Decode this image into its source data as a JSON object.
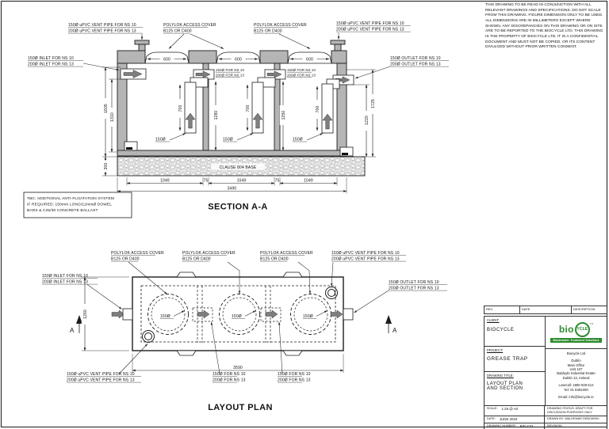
{
  "disclaimer": "THIS DRAWING TO BE READ IN CONJUNCTION WITH ALL RELEVANT DRAWINGS AND SPECIFICATIONS. DO NOT SCALE FROM THIS DRAWING. FIGURE DIMENSION ONLY TO BE USED. ALL DIMENSIONS ARE IN MILLIMETERS EXCEPT WHERE SHOWN. ANY DISCREPANCIES ON THIS DRAWING OR ON SITE ARE TO BE REPORTED TO THE BIOCYCLE LTD. THIS DRAWING IS THE PROPERTY OF BIOCYCLE LTD, IT IS A CONFIDENTIAL DOCUMENT AND MUST NOT BE COPIED, OR ITS CONTENT DIVULGED WITHOUT PRIOR WRITTEN CONSENT.",
  "labels": {
    "vent_pipe_ns10": "150Ø uPVC VENT PIPE FOR NS 10",
    "vent_pipe_ns13": "200Ø uPVC VENT PIPE FOR NS 13",
    "polylok_cover": "POLYLOK ACCESS COVER",
    "polylok_rating": "B125 OR D400",
    "inlet_ns10": "150Ø INLET FOR NS 10",
    "inlet_ns13": "200Ø INLET FOR NS 13",
    "outlet_ns10": "150Ø OUTLET FOR NS 10",
    "outlet_ns13": "200Ø OUTLET FOR NS 13",
    "pipe_ns10": "150Ø FOR NS 10",
    "pipe_ns13": "200Ø FOR NS 13",
    "dia_150": "150Ø"
  },
  "section": {
    "title": "SECTION A-A",
    "base_label": "CLAUSE 804 BASE",
    "note_line1": "TBC: ADDITIONAL ANTI-FLOATATION SYSTEM",
    "note_line2": "IF REQUIRED: 150mm LONG/12mmØ DOWEL",
    "note_line3": "BARS & C25/30 CONCRETE BALLAST",
    "dims": {
      "cover_opening": "600",
      "height_outer": "1605",
      "height_inlet": "1310",
      "base_thickness": "300",
      "compartment1_depth": "1280",
      "compartment2_depth": "1250",
      "riser_height": "700",
      "outlet_invert": "1220",
      "outlet_height": "1725",
      "compartment_width": "1049",
      "baffle_gap": "75",
      "total_width": "3490"
    }
  },
  "plan": {
    "title": "LAYOUT PLAN",
    "section_marker": "A",
    "dims": {
      "width": "1260",
      "length": "3590"
    }
  },
  "title_block": {
    "rev_header": "REV.",
    "date_header": "DATE",
    "description_header": "DESCRIPTION",
    "client_label": "CLIENT:",
    "client_name": "BIOCYCLE",
    "project_label": "PROJECT:",
    "project_name": "GREASE TRAP",
    "drawing_title_label": "DRAWING TITLE:",
    "drawing_title_line1": "LAYOUT PLAN",
    "drawing_title_line2": "AND SECTION",
    "logo": {
      "bio": "bio",
      "cycle": "YCLE",
      "tm": "TM",
      "tagline": "Wastewater Treatment Solutions",
      "green": "#2e8b2e"
    },
    "company": {
      "name": "Biocycle Ltd",
      "line1": "Dublin",
      "line2": "Main Office",
      "line3": "Unit 107",
      "line4": "Baldoyle Industrial Estate",
      "line5": "Dublin 13, Ireland",
      "phone1": "LowCall: 1890 929 612",
      "phone2": "Tel: 01 8391000",
      "email": "Email: info@biocycle.ie"
    },
    "scale_label": "SCALE:",
    "scale_value": "1:25 @ A0",
    "status_label": "DRAWING STATUS:",
    "status_value": "DRAFT FOR DISCUSSION PURPOSES ONLY",
    "date_label": "DATE:",
    "date_value": "JUNE 2019",
    "drawn_label": "DRAWN BY:",
    "drawn_value": "WALDEMAR DEBOWSKI",
    "number_label": "DRAWING NUMBER:",
    "revision_label": "REVISION:",
    "number_value": "B/G-C01"
  }
}
